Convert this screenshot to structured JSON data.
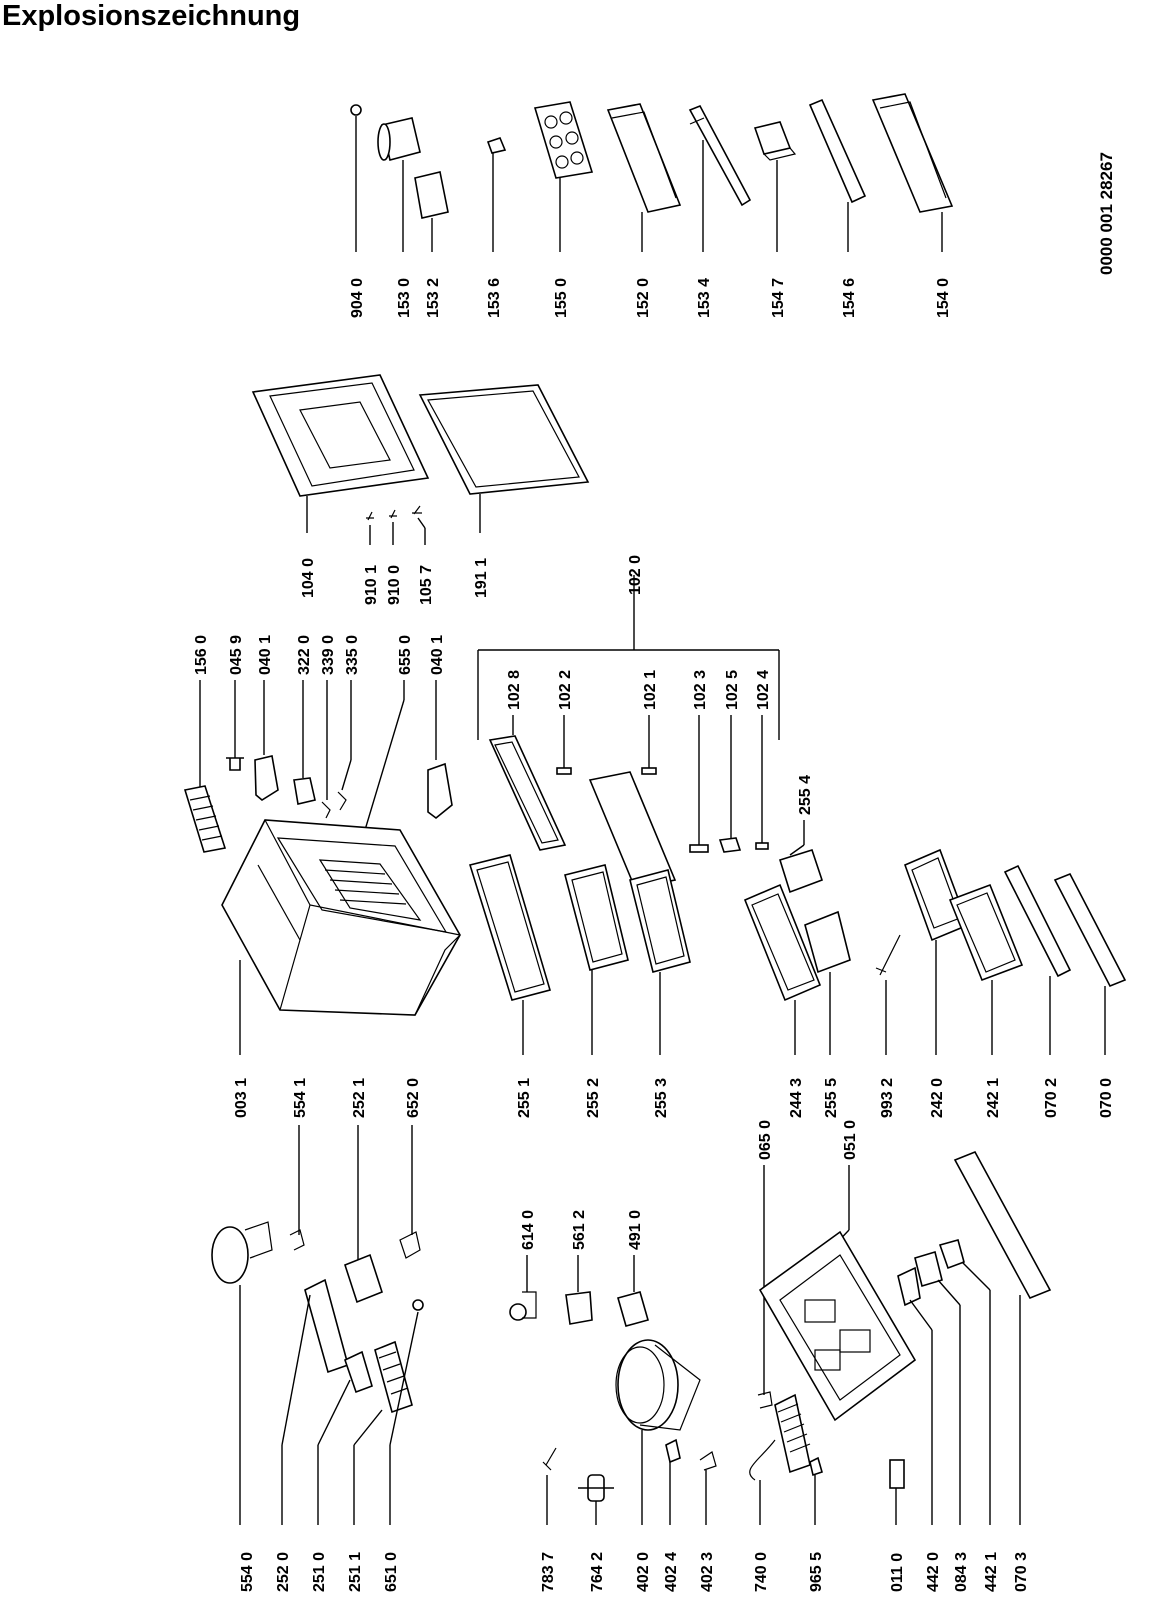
{
  "title": "Explosionszeichnung",
  "drawing_number": "0000 001 28267",
  "labels": {
    "l904_0": "904 0",
    "l153_0": "153 0",
    "l153_2": "153 2",
    "l153_6": "153 6",
    "l155_0": "155 0",
    "l152_0": "152 0",
    "l153_4": "153 4",
    "l154_7": "154 7",
    "l154_6": "154 6",
    "l154_0": "154 0",
    "l104_0": "104 0",
    "l910_1": "910 1",
    "l910_0": "910 0",
    "l105_7": "105 7",
    "l191_1": "191 1",
    "l102_0": "102 0",
    "l156_0": "156 0",
    "l045_9": "045 9",
    "l040_1a": "040 1",
    "l322_0": "322 0",
    "l339_0": "339 0",
    "l335_0": "335 0",
    "l655_0": "655 0",
    "l040_1b": "040 1",
    "l102_8": "102 8",
    "l102_2": "102 2",
    "l102_1": "102 1",
    "l102_3": "102 3",
    "l102_5": "102 5",
    "l102_4": "102 4",
    "l255_4": "255 4",
    "l003_1": "003 1",
    "l554_1": "554 1",
    "l252_1": "252 1",
    "l652_0": "652 0",
    "l255_1": "255 1",
    "l255_2": "255 2",
    "l255_3": "255 3",
    "l244_3": "244 3",
    "l255_5": "255 5",
    "l993_2": "993 2",
    "l242_0": "242 0",
    "l242_1": "242 1",
    "l070_2": "070 2",
    "l070_0": "070 0",
    "l614_0": "614 0",
    "l561_2": "561 2",
    "l491_0": "491 0",
    "l065_0": "065 0",
    "l051_0": "051 0",
    "l554_0": "554 0",
    "l252_0": "252 0",
    "l251_0": "251 0",
    "l251_1": "251 1",
    "l651_0": "651 0",
    "l783_7": "783 7",
    "l764_2": "764 2",
    "l402_0": "402 0",
    "l402_4": "402 4",
    "l402_3": "402 3",
    "l740_0": "740 0",
    "l965_5": "965 5",
    "l011_0": "011 0",
    "l442_0": "442 0",
    "l084_3": "084 3",
    "l442_1": "442 1",
    "l070_3": "070 3"
  }
}
